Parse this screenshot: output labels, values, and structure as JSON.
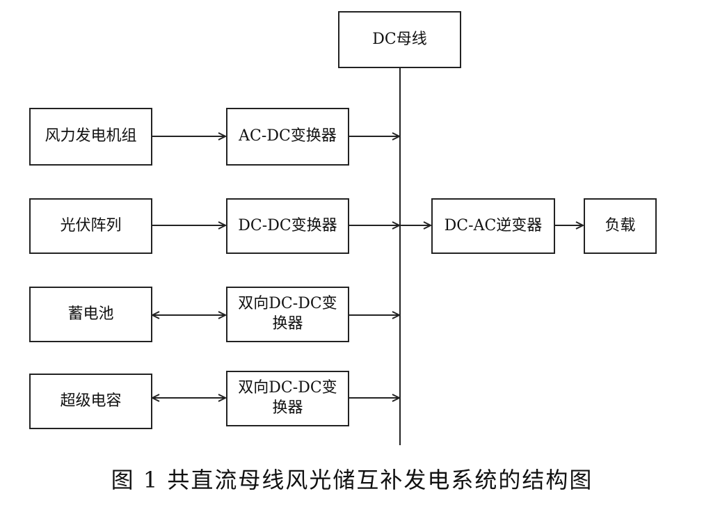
{
  "bus": {
    "label": "DC母线"
  },
  "sources": [
    {
      "label": "风力发电机组",
      "converter": "AC-DC变换器",
      "bidirectional": false
    },
    {
      "label": "光伏阵列",
      "converter": "DC-DC变换器",
      "bidirectional": false
    },
    {
      "label": "蓄电池",
      "converter": "双向DC-DC变换器",
      "bidirectional": true
    },
    {
      "label": "超级电容",
      "converter": "双向DC-DC变换器",
      "bidirectional": true
    }
  ],
  "output": {
    "inverter": "DC-AC逆变器",
    "load": "负载"
  },
  "caption": "图 1  共直流母线风光储互补发电系统的结构图"
}
